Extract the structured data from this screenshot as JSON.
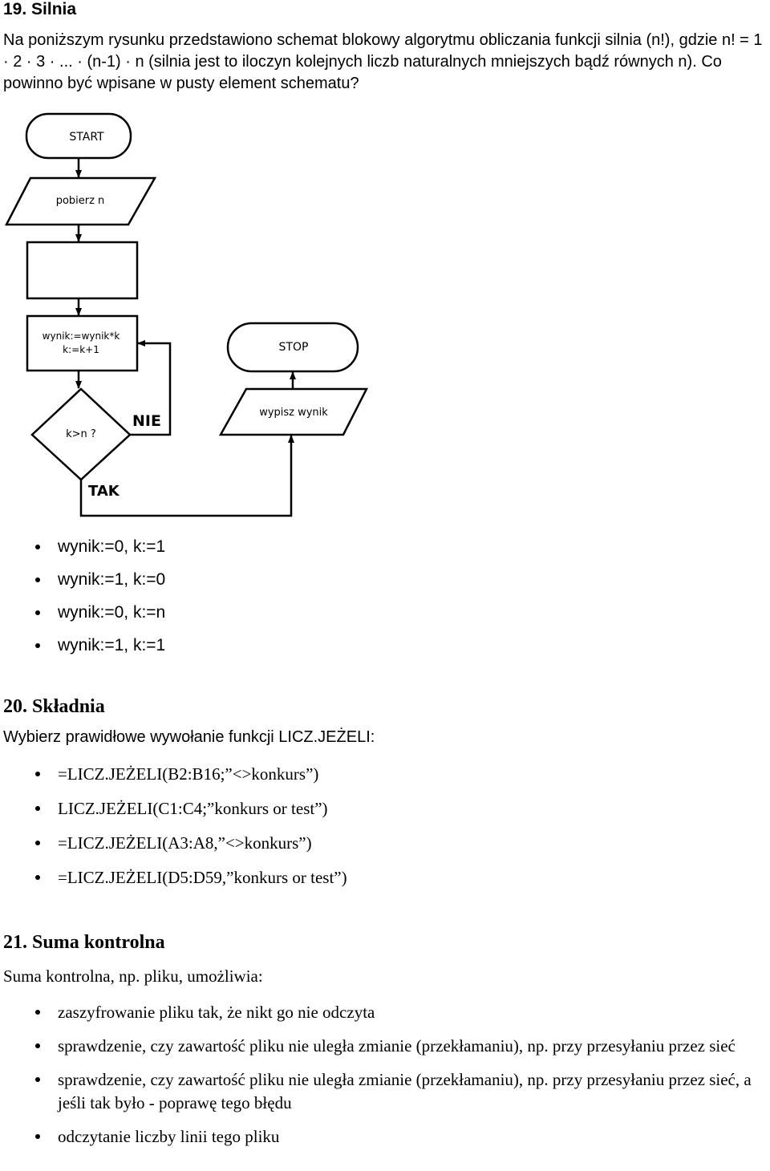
{
  "q19": {
    "title": "19. Silnia",
    "intro": "Na poniższym rysunku przedstawiono schemat blokowy algorytmu obliczania funkcji silnia (n!), gdzie n! = 1 · 2 · 3 · ... · (n-1) · n (silnia jest to iloczyn kolejnych liczb naturalnych mniejszych bądź równych n). Co powinno być wpisane w pusty element schematu?",
    "flowchart": {
      "start": "START",
      "input": "pobierz n",
      "empty_block": "",
      "process_line1": "wynik:=wynik*k",
      "process_line2": "k:=k+1",
      "decision": "k>n ?",
      "no_label": "NIE",
      "yes_label": "TAK",
      "output": "wypisz wynik",
      "stop": "STOP"
    },
    "options": [
      "wynik:=0, k:=1",
      "wynik:=1, k:=0",
      "wynik:=0, k:=n",
      "wynik:=1, k:=1"
    ]
  },
  "q20": {
    "title": "20. Składnia",
    "prompt": "Wybierz prawidłowe wywołanie funkcji LICZ.JEŻELI:",
    "options": [
      "=LICZ.JEŻELI(B2:B16;”<>konkurs”)",
      "LICZ.JEŻELI(C1:C4;”konkurs or test”)",
      "=LICZ.JEŻELI(A3:A8,”<>konkurs”)",
      "=LICZ.JEŻELI(D5:D59,”konkurs or test”)"
    ]
  },
  "q21": {
    "title": "21. Suma kontrolna",
    "prompt": "Suma kontrolna, np. pliku, umożliwia:",
    "options": [
      "zaszyfrowanie pliku tak, że nikt go nie odczyta",
      "sprawdzenie, czy zawartość pliku nie uległa zmianie (przekłamaniu), np. przy przesyłaniu przez sieć",
      "sprawdzenie, czy zawartość pliku nie uległa zmianie (przekłamaniu), np. przy przesyłaniu przez sieć, a jeśli tak było - poprawę tego błędu",
      "odczytanie liczby linii tego pliku"
    ]
  }
}
